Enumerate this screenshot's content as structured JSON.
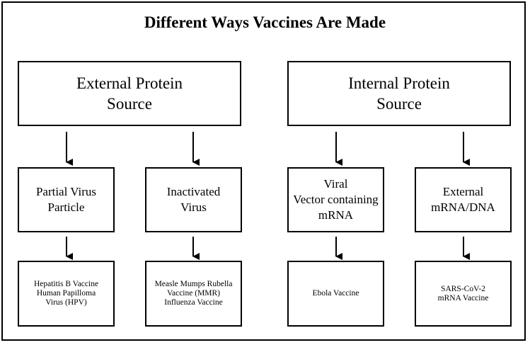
{
  "title": "Different Ways Vaccines Are Made",
  "sources": [
    {
      "label": "External Protein\nSource"
    },
    {
      "label": "Internal Protein\nSource"
    }
  ],
  "methods": [
    {
      "label": "Partial Virus\nParticle"
    },
    {
      "label": "Inactivated\nVirus"
    },
    {
      "label": "Viral\nVector containing\nmRNA"
    },
    {
      "label": "External\nmRNA/DNA"
    }
  ],
  "examples": [
    {
      "label": "Hepatitis B Vaccine\nHuman Papilloma\nVirus (HPV)"
    },
    {
      "label": "Measle Mumps Rubella\nVaccine (MMR)\nInfluenza Vaccine"
    },
    {
      "label": "Ebola Vaccine"
    },
    {
      "label": "SARS-CoV-2\nmRNA Vaccine"
    }
  ]
}
